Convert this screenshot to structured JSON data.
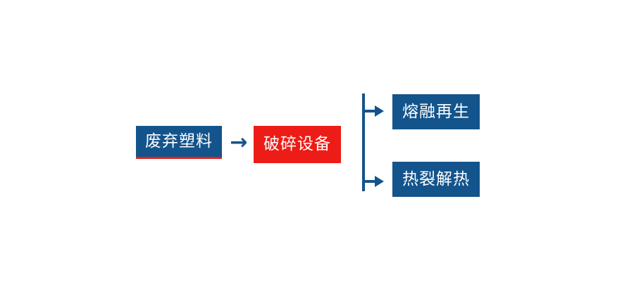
{
  "diagram": {
    "title": "",
    "type": "process-flow",
    "colors": {
      "node_primary": "#14548C",
      "node_highlight": "#ED1C16",
      "accent_underline": "#E8201A",
      "connector": "#14548C",
      "node_text": "#FFFFFF",
      "background": "#FFFFFF"
    },
    "nodes": [
      {
        "id": "input",
        "label": "废弃塑料",
        "role": "input"
      },
      {
        "id": "process",
        "label": "破碎设备",
        "role": "process"
      },
      {
        "id": "output_1",
        "label": "熔融再生",
        "role": "output"
      },
      {
        "id": "output_2",
        "label": "热裂解热",
        "role": "output"
      }
    ],
    "connectors": [
      {
        "id": "arrow_main",
        "glyph": "→",
        "from": "input",
        "to": "process"
      },
      {
        "id": "arrow_branch_1",
        "glyph": "→",
        "from": "process",
        "to": "output_1"
      },
      {
        "id": "arrow_branch_2",
        "glyph": "→",
        "from": "process",
        "to": "output_2"
      }
    ]
  }
}
